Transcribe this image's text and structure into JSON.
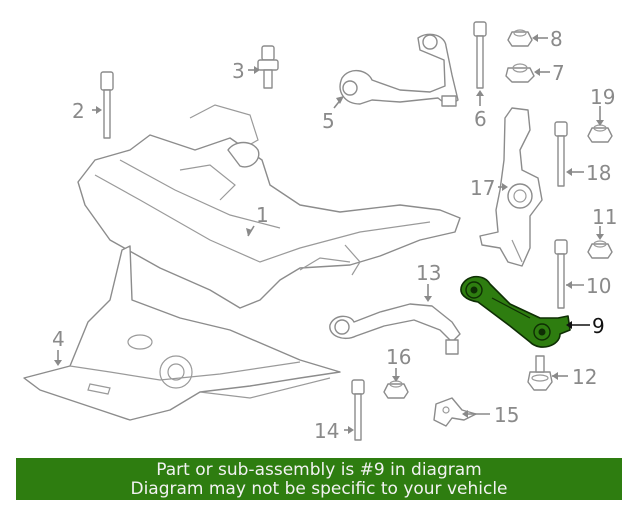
{
  "callouts": [
    "1",
    "2",
    "3",
    "4",
    "5",
    "6",
    "7",
    "8",
    "9",
    "10",
    "11",
    "12",
    "13",
    "14",
    "15",
    "16",
    "17",
    "18",
    "19"
  ],
  "highlighted_callout": "9",
  "colors": {
    "highlight": "#2e7d10",
    "banner": "#2e7d10",
    "line_art": "#8c8c8c"
  },
  "banner": {
    "line1": "Part or sub-assembly is #9 in diagram",
    "line2": "Diagram may not be specific to your vehicle"
  }
}
